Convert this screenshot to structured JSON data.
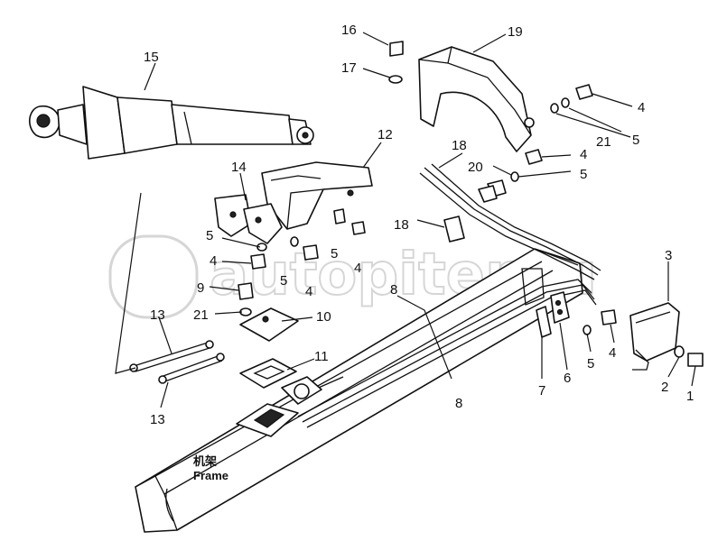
{
  "labels": {
    "l16": "16",
    "l17": "17",
    "l19": "19",
    "l15": "15",
    "l4a": "4",
    "l5a": "5",
    "l21a": "21",
    "l12": "12",
    "l18a": "18",
    "l4b": "4",
    "l20": "20",
    "l5b": "5",
    "l14": "14",
    "l5c": "5",
    "l4c": "4",
    "l5d": "5",
    "l4d": "4",
    "l18b": "18",
    "l5e": "5",
    "l4e": "4",
    "l3": "3",
    "l9": "9",
    "l8a": "8",
    "l21b": "21",
    "l10": "10",
    "l13a": "13",
    "l11": "11",
    "l7": "7",
    "l6": "6",
    "l5f": "5",
    "l4f": "4",
    "l8b": "8",
    "l2": "2",
    "l1": "1",
    "l13b": "13"
  },
  "frame_label": {
    "cn": "机架",
    "en": "Frame"
  },
  "watermark": "autopiter.ru"
}
